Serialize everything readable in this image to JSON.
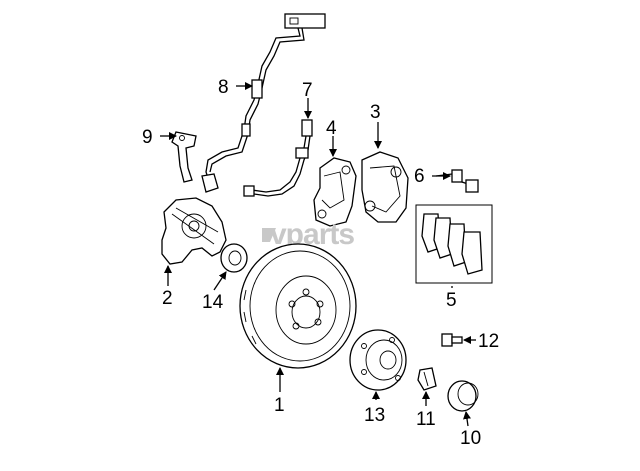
{
  "watermark": "vparts",
  "callouts": [
    {
      "id": "1",
      "label": "1"
    },
    {
      "id": "2",
      "label": "2"
    },
    {
      "id": "3",
      "label": "3"
    },
    {
      "id": "4",
      "label": "4"
    },
    {
      "id": "5",
      "label": "5"
    },
    {
      "id": "6",
      "label": "6"
    },
    {
      "id": "7",
      "label": "7"
    },
    {
      "id": "8",
      "label": "8"
    },
    {
      "id": "9",
      "label": "9"
    },
    {
      "id": "10",
      "label": "10"
    },
    {
      "id": "11",
      "label": "11"
    },
    {
      "id": "12",
      "label": "12"
    },
    {
      "id": "13",
      "label": "13"
    },
    {
      "id": "14",
      "label": "14"
    }
  ]
}
